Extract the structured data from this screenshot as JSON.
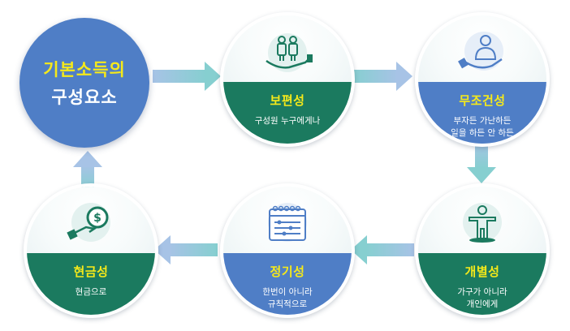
{
  "main": {
    "line1": "기본소득의",
    "line2": "구성요소"
  },
  "nodes": [
    {
      "title": "보편성",
      "desc": [
        "구성원 누구에게나"
      ],
      "icon": "people-in-hand-icon"
    },
    {
      "title": "무조건성",
      "desc": [
        "부자든 가난하든",
        "일을 하든 안 하든"
      ],
      "icon": "person-in-hand-icon"
    },
    {
      "title": "개별성",
      "desc": [
        "가구가 아니라",
        "개인에게"
      ],
      "icon": "standing-person-icon"
    },
    {
      "title": "정기성",
      "desc": [
        "한번이 아니라",
        "규칙적으로"
      ],
      "icon": "calendar-icon"
    },
    {
      "title": "현금성",
      "desc": [
        "현금으로"
      ],
      "icon": "cash-in-hand-icon"
    }
  ],
  "colors": {
    "green": "#1b7a5f",
    "blue": "#4f7ec6",
    "accent": "#f5e91a",
    "arrow_teal": "#86cfd0",
    "arrow_blue": "#a7c3e6"
  }
}
